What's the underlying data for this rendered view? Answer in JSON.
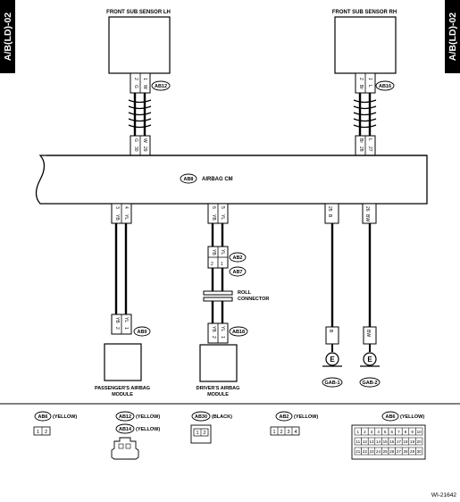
{
  "page_tag_left": "A/B(LD)-02",
  "page_tag_right": "A/B(LD)-02",
  "front_sub_sensor_lh": "FRONT SUB SENSOR LH",
  "front_sub_sensor_rh": "FRONT SUB SENSOR RH",
  "airbag_cm": "AIRBAG CM",
  "roll_connector_line1": "ROLL",
  "roll_connector_line2": "CONNECTOR",
  "passenger_module_line1": "PASSENGER'S AIRBAG",
  "passenger_module_line2": "MODULE",
  "driver_module_line1": "DRIVER'S AIRBAG",
  "driver_module_line2": "MODULE",
  "connectors": {
    "ab8": "AB8",
    "ab12": "AB12",
    "ab16": "AB16",
    "ab2": "AB2",
    "ab7": "AB7",
    "ab9": "AB9",
    "ab18": "AB18",
    "ab30": "AB30",
    "ab6": "AB6",
    "ab14": "AB14"
  },
  "grounds": {
    "g1": "GAB-1",
    "g2": "GAB-2"
  },
  "ground_symbol": "E",
  "pins": {
    "lh_sensor": [
      "2",
      "1"
    ],
    "lh_wire": [
      "G",
      "W"
    ],
    "lh_cm": [
      "30",
      "29"
    ],
    "rh_sensor": [
      "2",
      "1"
    ],
    "rh_wire": [
      "Br",
      "L"
    ],
    "rh_cm": [
      "28",
      "27"
    ],
    "pass_cm": [
      "3",
      "4"
    ],
    "pass_wire": [
      "YB",
      "YL"
    ],
    "drv_cm": [
      "6",
      "5"
    ],
    "drv_wire": [
      "YB",
      "YL"
    ],
    "b_cm": "25",
    "b_wire": "B",
    "bw_cm": "26",
    "bw_wire": "BW",
    "ab2_pins": [
      "2",
      "1"
    ],
    "pass_mod_pins": [
      "2",
      "1"
    ],
    "drv_mod_pins": [
      "2",
      "1"
    ]
  },
  "legend": {
    "ab6_color": "(YELLOW)",
    "ab12_color": "(YELLOW)",
    "ab14_color": "(YELLOW)",
    "ab30_color": "(BLACK)",
    "ab2_color": "(YELLOW)",
    "ab6b_color": "(YELLOW)",
    "ab6_pins": [
      "1",
      "2"
    ],
    "ab30_pins": [
      "1",
      "2"
    ],
    "ab2_pins": [
      "1",
      "2",
      "3",
      "4"
    ],
    "ab8_rows": [
      [
        "1",
        "2",
        "3",
        "4",
        "5",
        "6",
        "7",
        "8",
        "9",
        "10"
      ],
      [
        "11",
        "12",
        "13",
        "14",
        "15",
        "16",
        "17",
        "18",
        "19",
        "20"
      ],
      [
        "21",
        "22",
        "23",
        "24",
        "25",
        "26",
        "27",
        "28",
        "29",
        "30"
      ]
    ]
  },
  "figure_id": "WI-21642"
}
